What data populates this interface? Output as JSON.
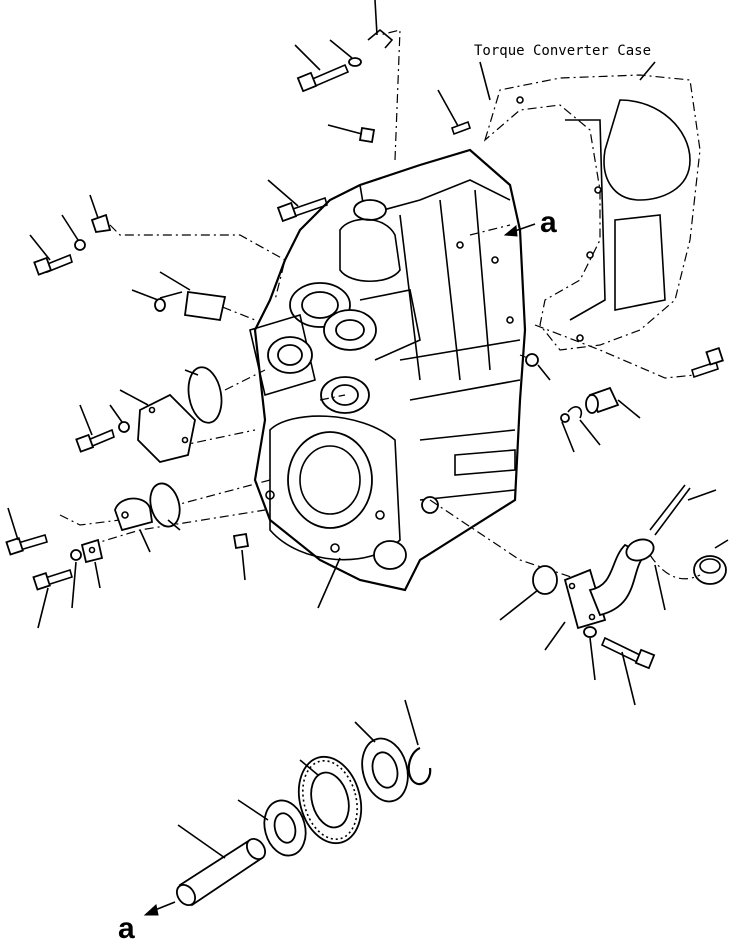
{
  "labels": {
    "torque_converter_case": "Torque Converter Case",
    "ref_a_top": "a",
    "ref_a_bottom": "a"
  },
  "colors": {
    "ink": "#000000",
    "paper": "#ffffff"
  }
}
